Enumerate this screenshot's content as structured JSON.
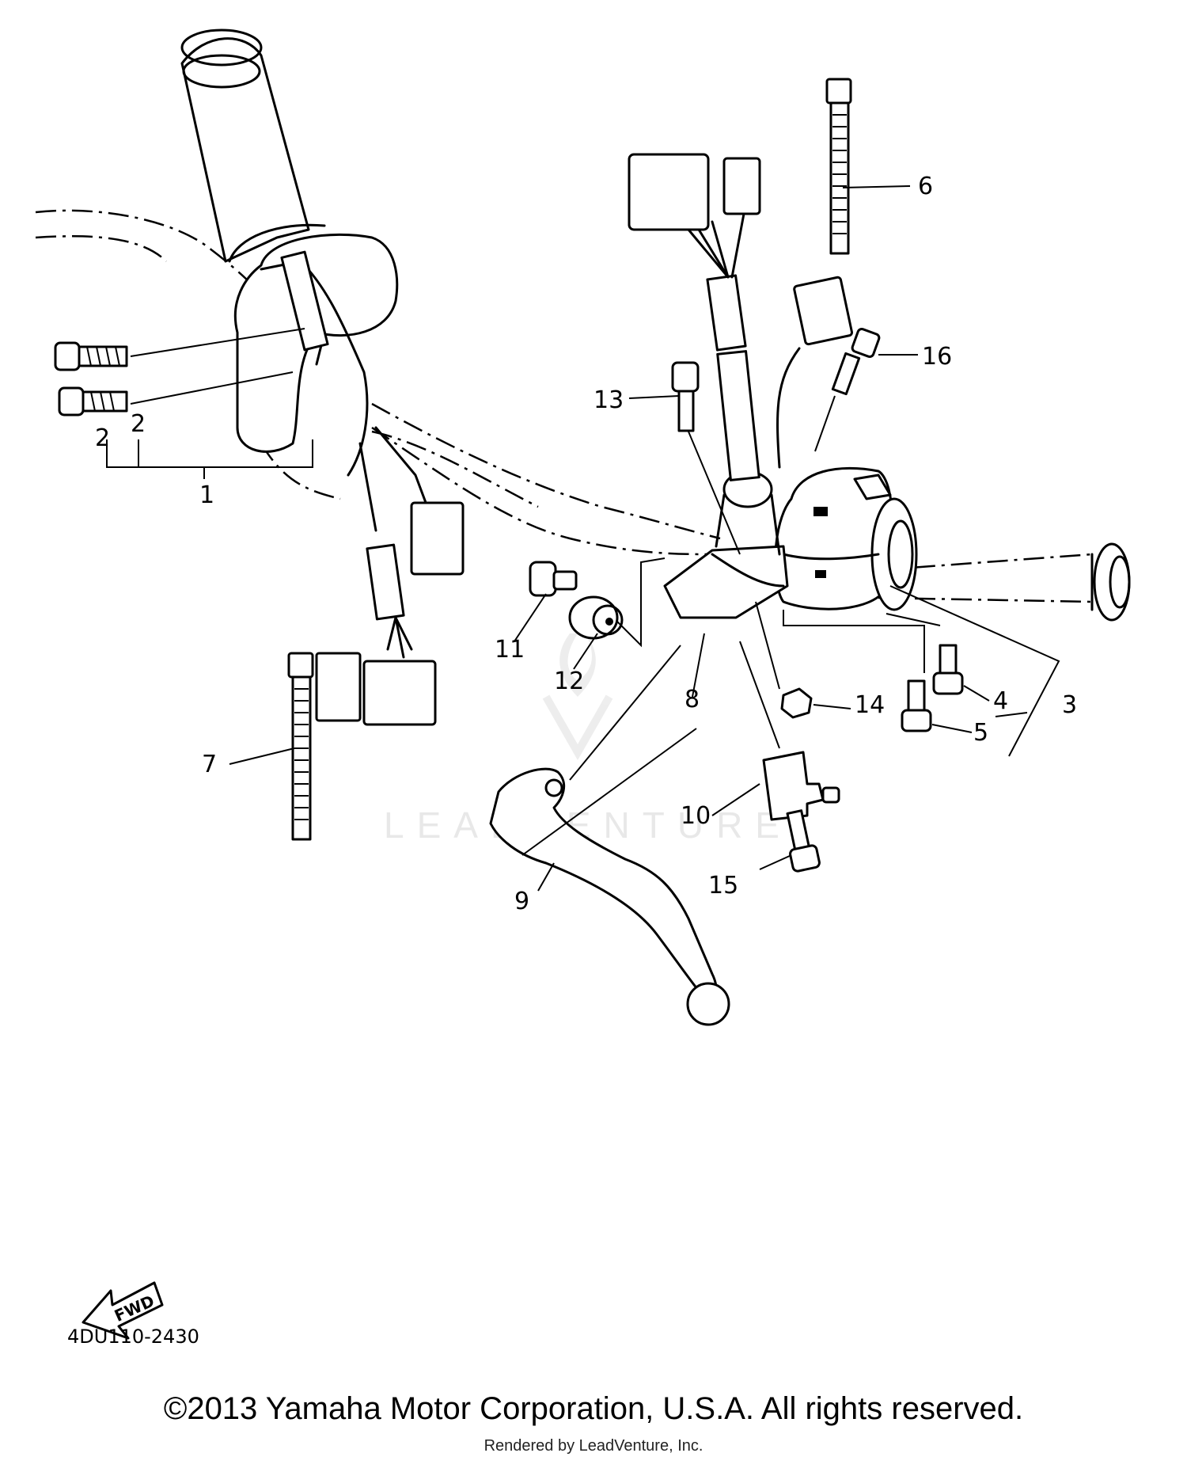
{
  "diagram": {
    "callouts": [
      "1",
      "2",
      "2",
      "3",
      "4",
      "5",
      "6",
      "7",
      "8",
      "9",
      "10",
      "11",
      "12",
      "13",
      "14",
      "15",
      "16"
    ],
    "fwd_label": "FWD",
    "diagram_code": "4DU110-2430",
    "watermark_text": "LEADVENTURE",
    "copyright": "©2013 Yamaha Motor Corporation, U.S.A. All rights reserved.",
    "rendered_by": "Rendered by LeadVenture, Inc."
  }
}
